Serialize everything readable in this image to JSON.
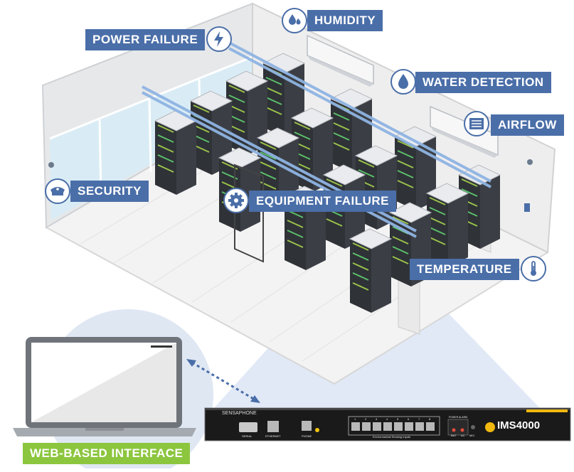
{
  "labels": {
    "humidity": "HUMIDITY",
    "power_failure": "POWER FAILURE",
    "water_detection": "WATER DETECTION",
    "airflow": "AIRFLOW",
    "security": "SECURITY",
    "equipment_failure": "EQUIPMENT FAILURE",
    "temperature": "TEMPERATURE",
    "web_interface": "WEB-BASED INTERFACE"
  },
  "icons": {
    "humidity": "droplets-icon",
    "power_failure": "lightning-bolt-icon",
    "water_detection": "water-drop-icon",
    "airflow": "airflow-arrows-icon",
    "security": "police-cap-icon",
    "equipment_failure": "gear-icon",
    "temperature": "thermometer-icon"
  },
  "device": {
    "brand": "SENSAPHONE",
    "model": "IMS4000",
    "port_labels": {
      "serial": "SERIAL",
      "ethernet": "ETHERNET",
      "phone": "PHONE",
      "sensing": "Environmental Sensing Inputs",
      "power_alarm": "POWER ALARM",
      "bat": "BAT",
      "ac": "AC",
      "mic": "MIC"
    },
    "input_numbers": [
      "1",
      "2",
      "3",
      "4",
      "5",
      "6",
      "7",
      "8"
    ]
  },
  "colors": {
    "label_blue": "#4a6ea8",
    "label_green": "#8cc63f",
    "cable_blue": "#8fb4e3",
    "rack_dark": "#2f3237"
  }
}
